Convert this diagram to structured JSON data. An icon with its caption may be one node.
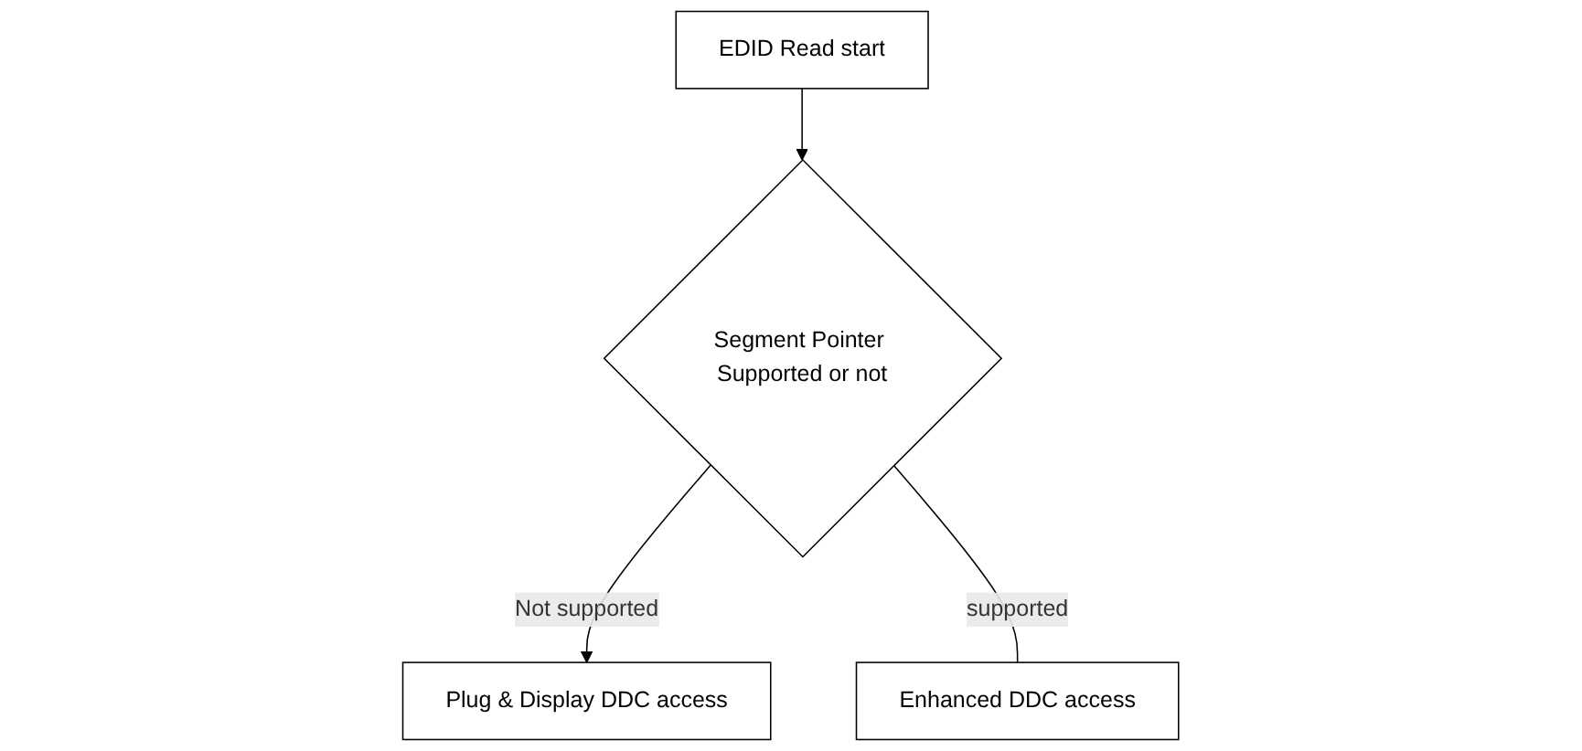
{
  "diagram": {
    "nodes": [
      {
        "text": [
          "EDID Read start"
        ]
      },
      {
        "text": [
          "Segment Pointer Supported or not"
        ]
      },
      {
        "text": [
          "Plug & Display DDC access"
        ]
      },
      {
        "text": [
          "Enhanced DDC access"
        ]
      }
    ],
    "edges": [
      {
        "from": 0,
        "to": 1,
        "arrow": "to"
      },
      {
        "from": 1,
        "to": 2,
        "arrow": "to",
        "label": "Not supported"
      },
      {
        "from": 1,
        "to": 3,
        "arrow": "none",
        "label": "supported"
      }
    ]
  }
}
